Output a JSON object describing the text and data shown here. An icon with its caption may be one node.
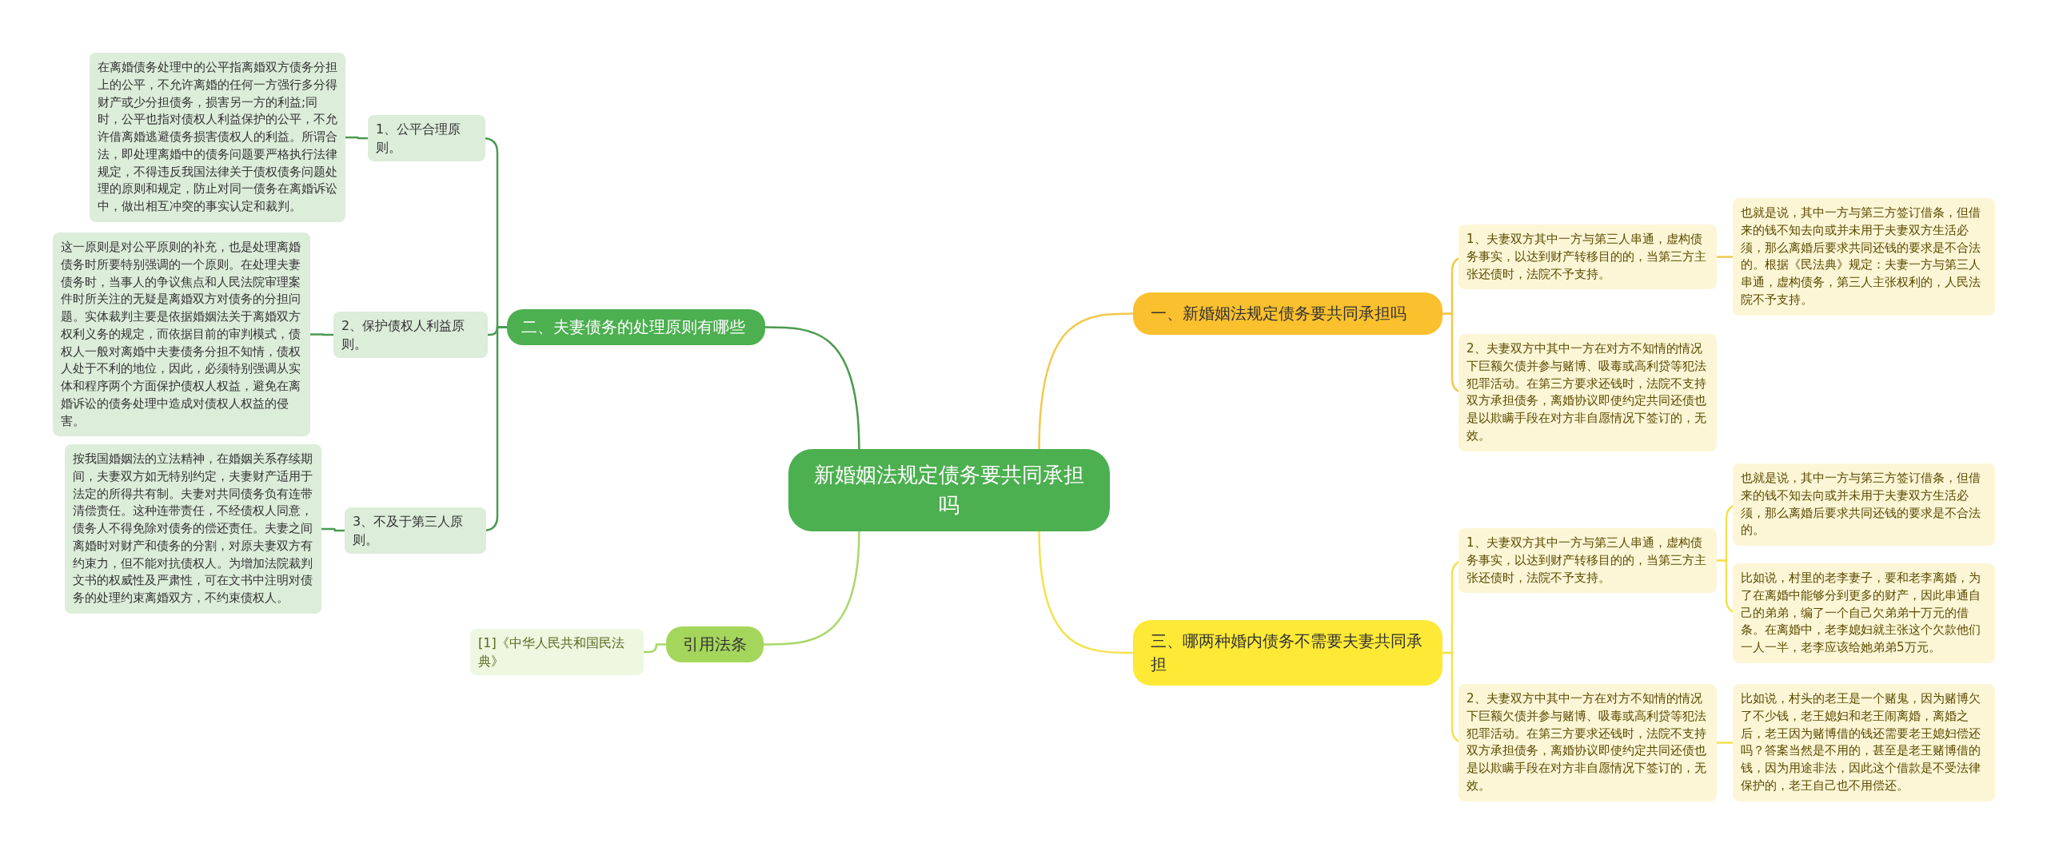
{
  "diagram": {
    "nodes": [
      {
        "text": [
          "新婚姻法规定债务要共同承担吗"
        ]
      },
      {
        "text": [
          "一、新婚姻法规定债务要共同承担吗"
        ]
      },
      {
        "text": [
          "1、夫妻双方其中一方与第三人串通，虚构债务事实，以达到财产转移目的的，当第三方主张还债时，法院不予支持。"
        ]
      },
      {
        "text": [
          "也就是说，其中一方与第三方签订借条，但借来的钱不知去向或并未用于夫妻双方生活必须，那么离婚后要求共同还钱的要求是不合法的。根据《民法典》规定：夫妻一方与第三人串通，虚构债务，第三人主张权利的，人民法院不予支持。"
        ]
      },
      {
        "text": [
          "2、夫妻双方中其中一方在对方不知情的情况下巨额欠债并参与赌博、吸毒或高利贷等犯法犯罪活动。在第三方要求还钱时，法院不支持双方承担债务，离婚协议即使约定共同还债也是以欺瞒手段在对方非自愿情况下签订的，无效。"
        ]
      },
      {
        "text": [
          "三、哪两种婚内债务不需要夫妻共同承担"
        ]
      },
      {
        "text": [
          "1、夫妻双方其中一方与第三人串通，虚构债务事实，以达到财产转移目的的，当第三方主张还债时，法院不予支持。"
        ]
      },
      {
        "text": [
          "也就是说，其中一方与第三方签订借条，但借来的钱不知去向或并未用于夫妻双方生活必须，那么离婚后要求共同还钱的要求是不合法的。"
        ]
      },
      {
        "text": [
          "比如说，村里的老李妻子，要和老李离婚，为了在离婚中能够分到更多的财产，因此串通自己的弟弟，编了一个自己欠弟弟十万元的借条。在离婚中，老李媳妇就主张这个欠款他们一人一半，老李应该给她弟弟5万元。"
        ]
      },
      {
        "text": [
          "2、夫妻双方中其中一方在对方不知情的情况下巨额欠债并参与赌博、吸毒或高利贷等犯法犯罪活动。在第三方要求还钱时，法院不支持双方承担债务，离婚协议即使约定共同还债也是以欺瞒手段在对方非自愿情况下签订的，无效。"
        ]
      },
      {
        "text": [
          "比如说，村头的老王是一个赌鬼，因为赌博欠了不少钱，老王媳妇和老王闹离婚，离婚之后，老王因为赌博借的钱还需要老王媳妇偿还吗？答案当然是不用的，甚至是老王赌博借的钱，因为用途非法，因此这个借款是不受法律保护的，老王自己也不用偿还。"
        ]
      },
      {
        "text": [
          "二、夫妻债务的处理原则有哪些"
        ]
      },
      {
        "text": [
          "1、公平合理原则。"
        ]
      },
      {
        "text": [
          "在离婚债务处理中的公平指离婚双方债务分担上的公平，不允许离婚的任何一方强行多分得财产或少分担债务，损害另一方的利益;同时，公平也指对债权人利益保护的公平，不允许借离婚逃避债务损害债权人的利益。所谓合法，即处理离婚中的债务问题要严格执行法律规定，不得违反我国法律关于债权债务问题处理的原则和规定，防止对同一债务在离婚诉讼中，做出相互冲突的事实认定和裁判。"
        ]
      },
      {
        "text": [
          "2、保护债权人利益原则。"
        ]
      },
      {
        "text": [
          "这一原则是对公平原则的补充，也是处理离婚债务时所要特别强调的一个原则。在处理夫妻债务时，当事人的争议焦点和人民法院审理案件时所关注的无疑是离婚双方对债务的分担问题。实体裁判主要是依据婚姻法关于离婚双方权利义务的规定，而依据目前的审判模式，债权人一般对离婚中夫妻债务分担不知情，债权人处于不利的地位，因此，必须特别强调从实体和程序两个方面保护债权人权益，避免在离婚诉讼的债务处理中造成对债权人权益的侵害。"
        ]
      },
      {
        "text": [
          "3、不及于第三人原则。"
        ]
      },
      {
        "text": [
          "按我国婚姻法的立法精神，在婚姻关系存续期间，夫妻双方如无特别约定，夫妻财产适用于法定的所得共有制。夫妻对共同债务负有连带清偿责任。这种连带责任，不经债权人同意，债务人不得免除对债务的偿还责任。夫妻之间离婚时对财产和债务的分割，对原夫妻双方有约束力，但不能对抗债权人。为增加法院裁判文书的权威性及严肃性，可在文书中注明对债务的处理约束离婚双方，不约束债权人。"
        ]
      },
      {
        "text": [
          "引用法条"
        ]
      },
      {
        "text": [
          "[1]《中华人民共和国民法典》"
        ]
      }
    ],
    "edges": [
      {
        "from": 0,
        "to": 1,
        "arrow": "none",
        "color": "#f2c94c"
      },
      {
        "from": 1,
        "to": 2,
        "arrow": "none",
        "color": "#f2c94c"
      },
      {
        "from": 2,
        "to": 3,
        "arrow": "none",
        "color": "#f2c94c"
      },
      {
        "from": 1,
        "to": 4,
        "arrow": "none",
        "color": "#f2c94c"
      },
      {
        "from": 0,
        "to": 5,
        "arrow": "none",
        "color": "#f3e24e"
      },
      {
        "from": 5,
        "to": 6,
        "arrow": "none",
        "color": "#f3e24e"
      },
      {
        "from": 6,
        "to": 7,
        "arrow": "none",
        "color": "#f3e24e"
      },
      {
        "from": 6,
        "to": 8,
        "arrow": "none",
        "color": "#f3e24e"
      },
      {
        "from": 5,
        "to": 9,
        "arrow": "none",
        "color": "#f3e24e"
      },
      {
        "from": 9,
        "to": 10,
        "arrow": "none",
        "color": "#f3e24e"
      },
      {
        "from": 0,
        "to": 11,
        "arrow": "none"
      },
      {
        "from": 11,
        "to": 12,
        "arrow": "none"
      },
      {
        "from": 12,
        "to": 13,
        "arrow": "none"
      },
      {
        "from": 11,
        "to": 14,
        "arrow": "none"
      },
      {
        "from": 14,
        "to": 15,
        "arrow": "none"
      },
      {
        "from": 11,
        "to": 16,
        "arrow": "none"
      },
      {
        "from": 16,
        "to": 17,
        "arrow": "none"
      },
      {
        "from": 0,
        "to": 18,
        "arrow": "none",
        "color": "#a8d86a"
      },
      {
        "from": 18,
        "to": 19,
        "arrow": "none",
        "color": "#a8d86a"
      }
    ]
  }
}
